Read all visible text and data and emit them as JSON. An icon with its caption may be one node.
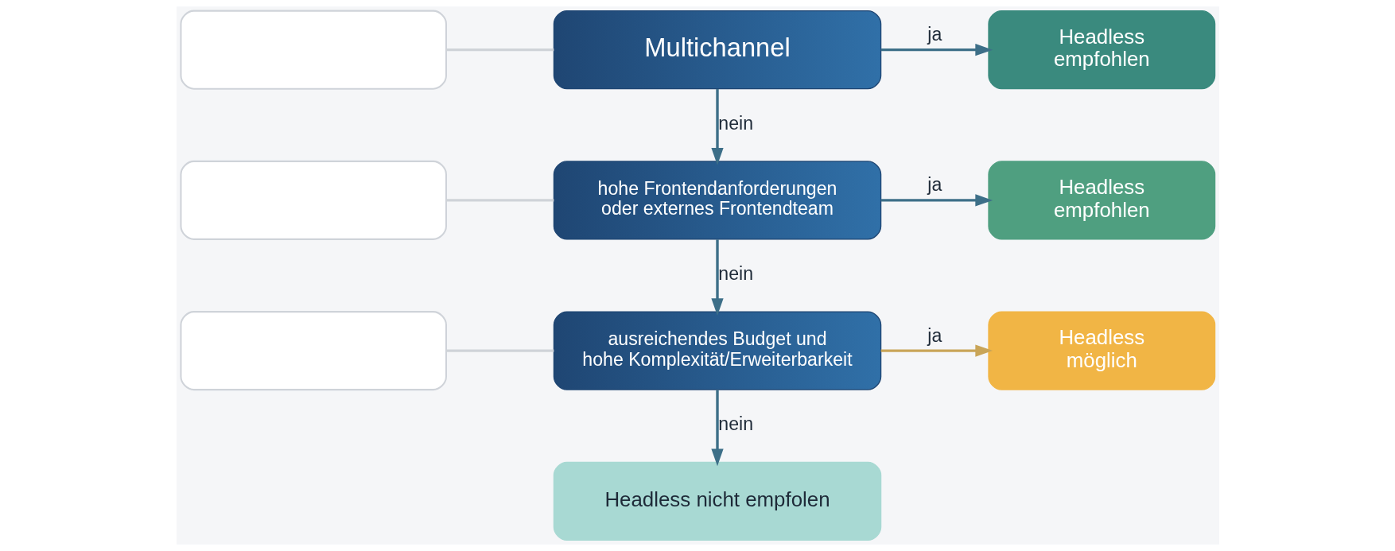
{
  "diagram": {
    "nodes": [
      {
        "text": [],
        "shape": "box"
      },
      {
        "text": [
          "Multichannel"
        ]
      },
      {
        "text": [
          "Headless empfohlen"
        ]
      },
      {
        "text": [],
        "shape": "box"
      },
      {
        "text": [
          "hohe Frontendanforderungen oder externes Frontendteam"
        ]
      },
      {
        "text": [
          "Headless empfohlen"
        ]
      },
      {
        "text": [],
        "shape": "box"
      },
      {
        "text": [
          "ausreichendes Budget und hohe Komplexität/Erweiterbarkeit"
        ]
      },
      {
        "text": [
          "Headless möglich"
        ]
      },
      {
        "text": [
          "Headless nicht empfolen"
        ]
      }
    ],
    "edges": [
      {
        "from": 0,
        "to": 1,
        "arrow": "none",
        "color": "#cfd3d8"
      },
      {
        "from": 1,
        "to": 2,
        "arrow": "to",
        "label": "ja"
      },
      {
        "from": 1,
        "to": 4,
        "arrow": "to",
        "label": "nein"
      },
      {
        "from": 3,
        "to": 4,
        "arrow": "none",
        "color": "#cfd3d8"
      },
      {
        "from": 4,
        "to": 5,
        "arrow": "to",
        "label": "ja"
      },
      {
        "from": 4,
        "to": 7,
        "arrow": "to",
        "label": "nein"
      },
      {
        "from": 6,
        "to": 7,
        "arrow": "none",
        "color": "#cfd3d8"
      },
      {
        "from": 7,
        "to": 8,
        "arrow": "to",
        "label": "ja",
        "color": "#c9a558"
      },
      {
        "from": 7,
        "to": 9,
        "arrow": "to",
        "label": "nein"
      }
    ]
  }
}
